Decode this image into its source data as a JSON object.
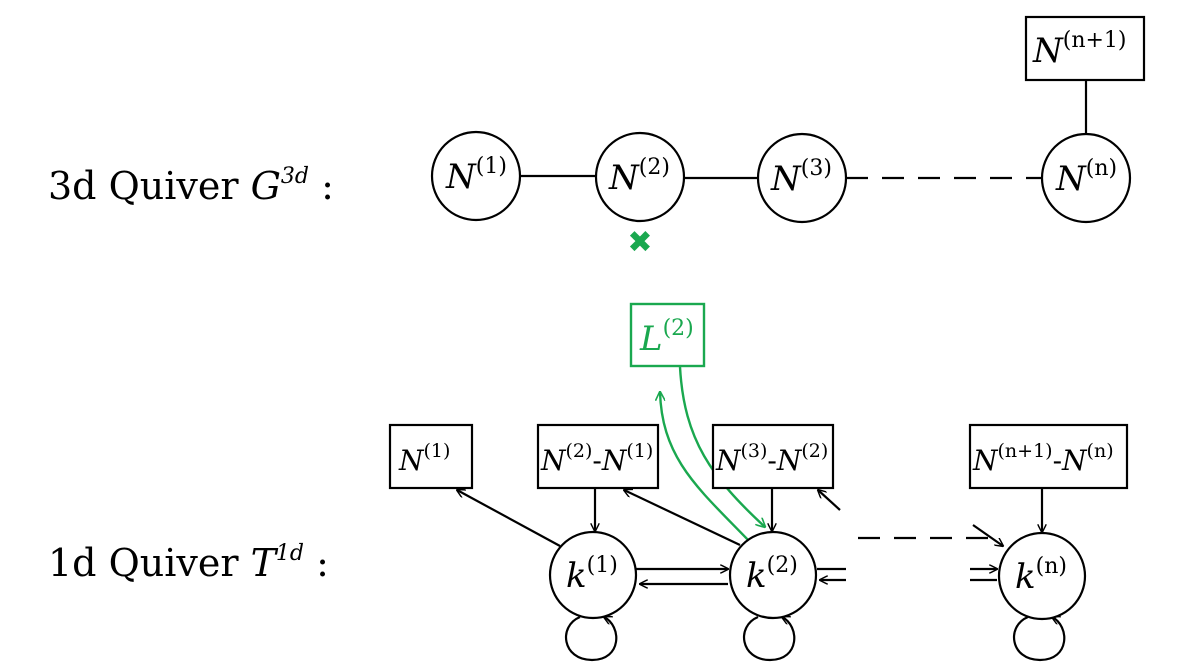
{
  "labels": {
    "quiver3d_prefix": "3d Quiver ",
    "quiver3d_sym": "G",
    "quiver3d_sup": "3d",
    "quiver3d_suffix": " :",
    "quiver1d_prefix": "1d Quiver ",
    "quiver1d_sym": "T",
    "quiver1d_sup": "1d",
    "quiver1d_suffix": " :"
  },
  "quiver3d": {
    "nodes": [
      {
        "base": "N",
        "sup": "(1)"
      },
      {
        "base": "N",
        "sup": "(2)"
      },
      {
        "base": "N",
        "sup": "(3)"
      },
      {
        "base": "N",
        "sup": "(n)"
      }
    ],
    "flavor": {
      "base": "N",
      "sup": "(n+1)"
    },
    "marker": "✖"
  },
  "quiver1d": {
    "nodes": [
      {
        "base": "k",
        "sup": "(1)"
      },
      {
        "base": "k",
        "sup": "(2)"
      },
      {
        "base": "k",
        "sup": "(n)"
      }
    ],
    "flavors": [
      {
        "base": "N",
        "sup": "(1)"
      },
      {
        "base1": "N",
        "sup1": "(2)",
        "sep": "-",
        "base2": "N",
        "sup2": "(1)"
      },
      {
        "base1": "N",
        "sup1": "(3)",
        "sep": "-",
        "base2": "N",
        "sup2": "(2)"
      },
      {
        "base1": "N",
        "sup1": "(n+1)",
        "sep": "-",
        "base2": "N",
        "sup2": "(n)"
      }
    ],
    "defect": {
      "base": "L",
      "sup": "(2)"
    }
  },
  "colors": {
    "accent": "#1aa84f",
    "ink": "#000000"
  }
}
